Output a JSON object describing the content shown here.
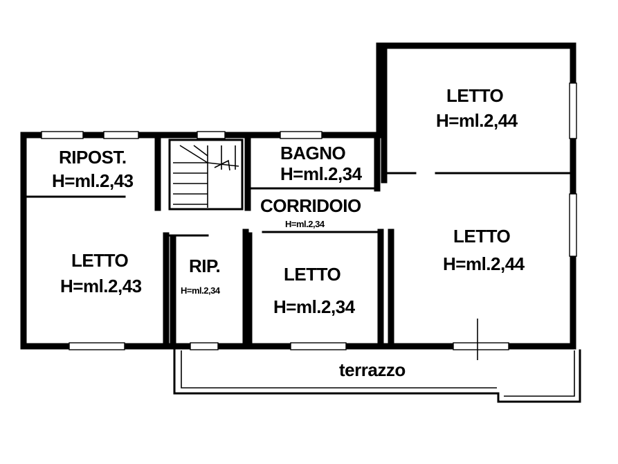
{
  "rooms": {
    "letto_top_right": {
      "name": "LETTO",
      "height": "H=ml.2,44"
    },
    "letto_right": {
      "name": "LETTO",
      "height": "H=ml.2,44"
    },
    "letto_center": {
      "name": "LETTO",
      "height": "H=ml.2,34"
    },
    "letto_left": {
      "name": "LETTO",
      "height": "H=ml.2,43"
    },
    "ripost": {
      "name": "RIPOST.",
      "height": "H=ml.2,43"
    },
    "bagno": {
      "name": "BAGNO",
      "height": "H=ml.2,34"
    },
    "corridoio": {
      "name": "CORRIDOIO",
      "height": "H=ml.2,34"
    },
    "rip": {
      "name": "RIP.",
      "height": "H=ml.2,34"
    },
    "terrazzo": {
      "name": "terrazzo"
    }
  }
}
